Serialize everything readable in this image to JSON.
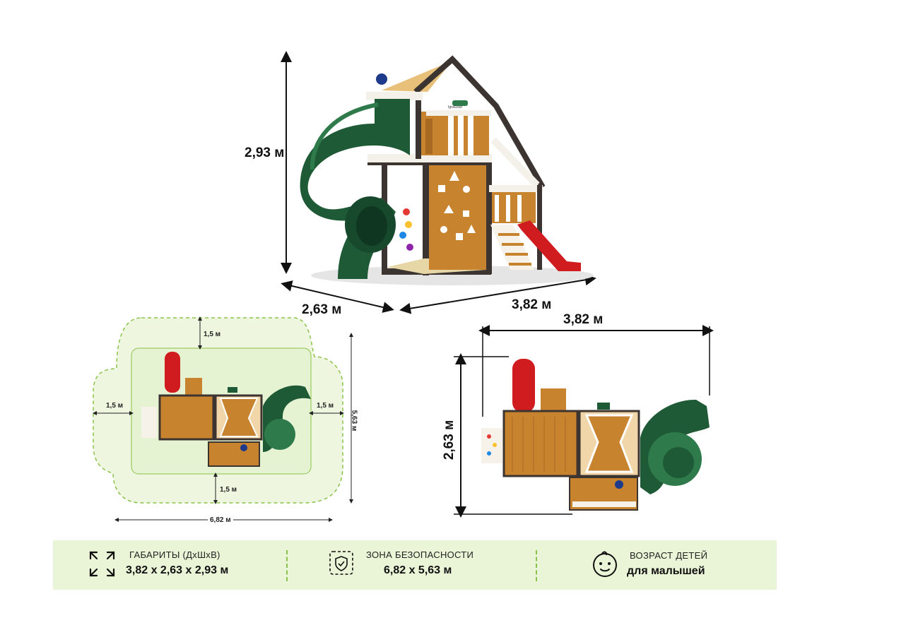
{
  "main_view": {
    "height_label": "2,93 м",
    "depth_label": "2,63 м",
    "width_label": "3,82 м",
    "brand_mark": "IgraGrad"
  },
  "safety_plan": {
    "top_margin": "1,5 м",
    "bottom_margin": "1,5 м",
    "left_margin": "1,5 м",
    "right_margin": "1,5 м",
    "total_width": "6,82 м",
    "total_depth": "5,63 м"
  },
  "top_view": {
    "width_label": "3,82 м",
    "depth_label": "2,63 м"
  },
  "info": {
    "dimensions_title": "ГАБАРИТЫ (ДхШхВ)",
    "dimensions_value": "3,82 х 2,63 х 2,93 м",
    "safety_title": "ЗОНА БЕЗОПАСНОСТИ",
    "safety_value": "6,82 х 5,63 м",
    "age_title": "ВОЗРАСТ ДЕТЕЙ",
    "age_value": "для малышей",
    "icons": [
      "resize-arrows-icon",
      "safety-shield-icon",
      "baby-face-icon"
    ]
  },
  "colors": {
    "wood": "#c8832f",
    "dark_frame": "#3b3430",
    "green_slide": "#1f5a36",
    "red_slide": "#d01c1f",
    "safety_zone": "#eef6df",
    "safety_border": "#8bc34a",
    "info_bg": "#e9f5d6"
  }
}
